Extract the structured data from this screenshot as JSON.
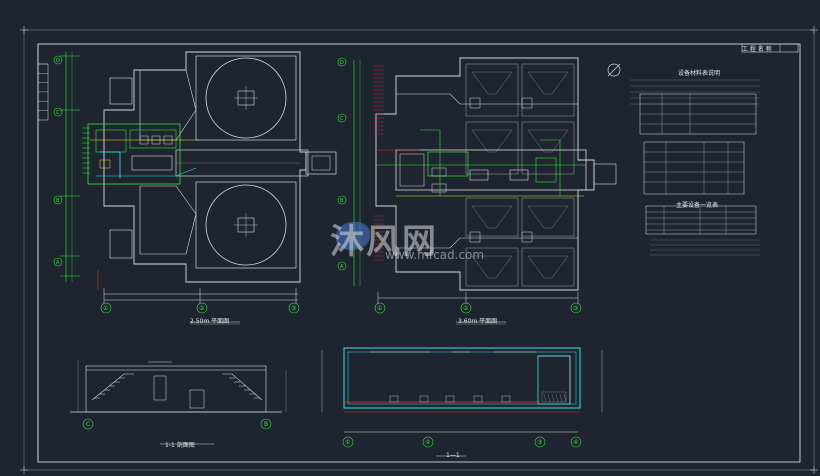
{
  "drawing": {
    "title_block_text": "工 程 名 称",
    "view_titles": {
      "plan_left": "2.50m 平面图",
      "plan_right": "3.60m 平面图",
      "section_left": "1-1 剖面图",
      "section_right": "1—1"
    },
    "grid_axes_bottom_left": [
      "①",
      "②",
      "③"
    ],
    "grid_axes_bottom_right": [
      "①",
      "②",
      "③"
    ],
    "grid_axes_side": [
      "D",
      "C",
      "B",
      "A"
    ],
    "section_axes_left": [
      "C",
      "B"
    ],
    "section_axes_right": [
      "①",
      "②",
      "③",
      "④"
    ],
    "notes_heading": "设备材料表说明",
    "table_heading": "主要设备一览表",
    "watermark": {
      "text": "沐风网",
      "url": "www.mfcad.com"
    }
  },
  "colors": {
    "background": "#1e2430",
    "line_white": "#d8d8d8",
    "line_green": "#30e830",
    "line_cyan": "#30e8e8",
    "line_red": "#e83030",
    "line_yellow": "#e8e830",
    "line_gray": "#909090"
  }
}
